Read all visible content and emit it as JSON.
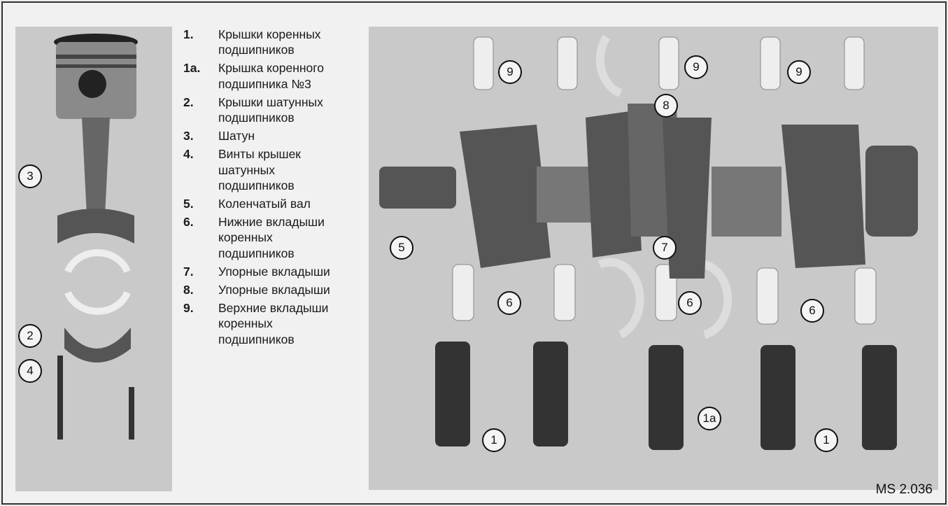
{
  "legend": [
    {
      "num": "1.",
      "text": "Крышки коренных подшипников"
    },
    {
      "num": "1a.",
      "text": "Крышка коренного подшипника №3"
    },
    {
      "num": "2.",
      "text": "Крышки шатунных подшипников"
    },
    {
      "num": "3.",
      "text": "Шатун"
    },
    {
      "num": "4.",
      "text": "Винты крышек шатунных подшипников"
    },
    {
      "num": "5.",
      "text": "Коленчатый вал"
    },
    {
      "num": "6.",
      "text": "Нижние вкладыши коренных подшипников"
    },
    {
      "num": "7.",
      "text": "Упорные вкладыши"
    },
    {
      "num": "8.",
      "text": "Упорные вкладыши"
    },
    {
      "num": "9.",
      "text": "Верхние вкладыши коренных подшипников"
    }
  ],
  "callouts": {
    "c3": "3",
    "c2": "2",
    "c4": "4",
    "c9a": "9",
    "c9b": "9",
    "c9c": "9",
    "c8": "8",
    "c5": "5",
    "c7": "7",
    "c6a": "6",
    "c6b": "6",
    "c6c": "6",
    "c1a": "1",
    "c1b": "1a",
    "c1c": "1"
  },
  "caption": "MS 2.036"
}
